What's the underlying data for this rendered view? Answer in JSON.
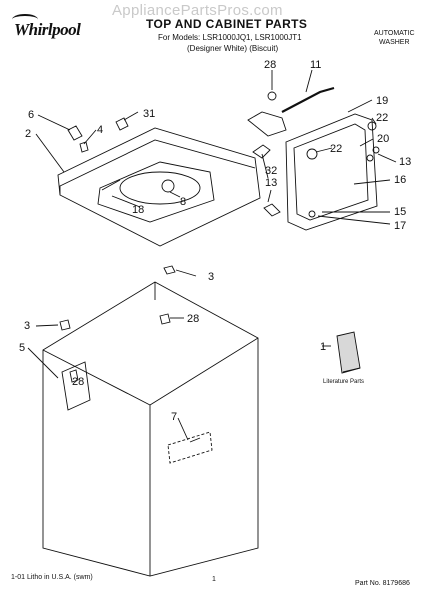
{
  "header": {
    "brand": "Whirlpool",
    "watermark": "AppliancePartsPros.com",
    "title": "TOP AND CABINET PARTS",
    "models_line": "For Models: LSR1000JQ1, LSR1000JT1",
    "variants_line": "(Designer White)   (Biscuit)",
    "product_line1": "AUTOMATIC",
    "product_line2": "WASHER"
  },
  "literature_label": "Literature Parts",
  "callouts": [
    "28",
    "11",
    "19",
    "22",
    "20",
    "13",
    "16",
    "15",
    "17",
    "22",
    "13",
    "32",
    "6",
    "31",
    "4",
    "2",
    "8",
    "18",
    "3",
    "28",
    "3",
    "5",
    "28",
    "1",
    "7"
  ],
  "footer": {
    "left": "1-01 Litho in U.S.A. (swm)",
    "center": "1",
    "right": "Part No. 8179686"
  }
}
